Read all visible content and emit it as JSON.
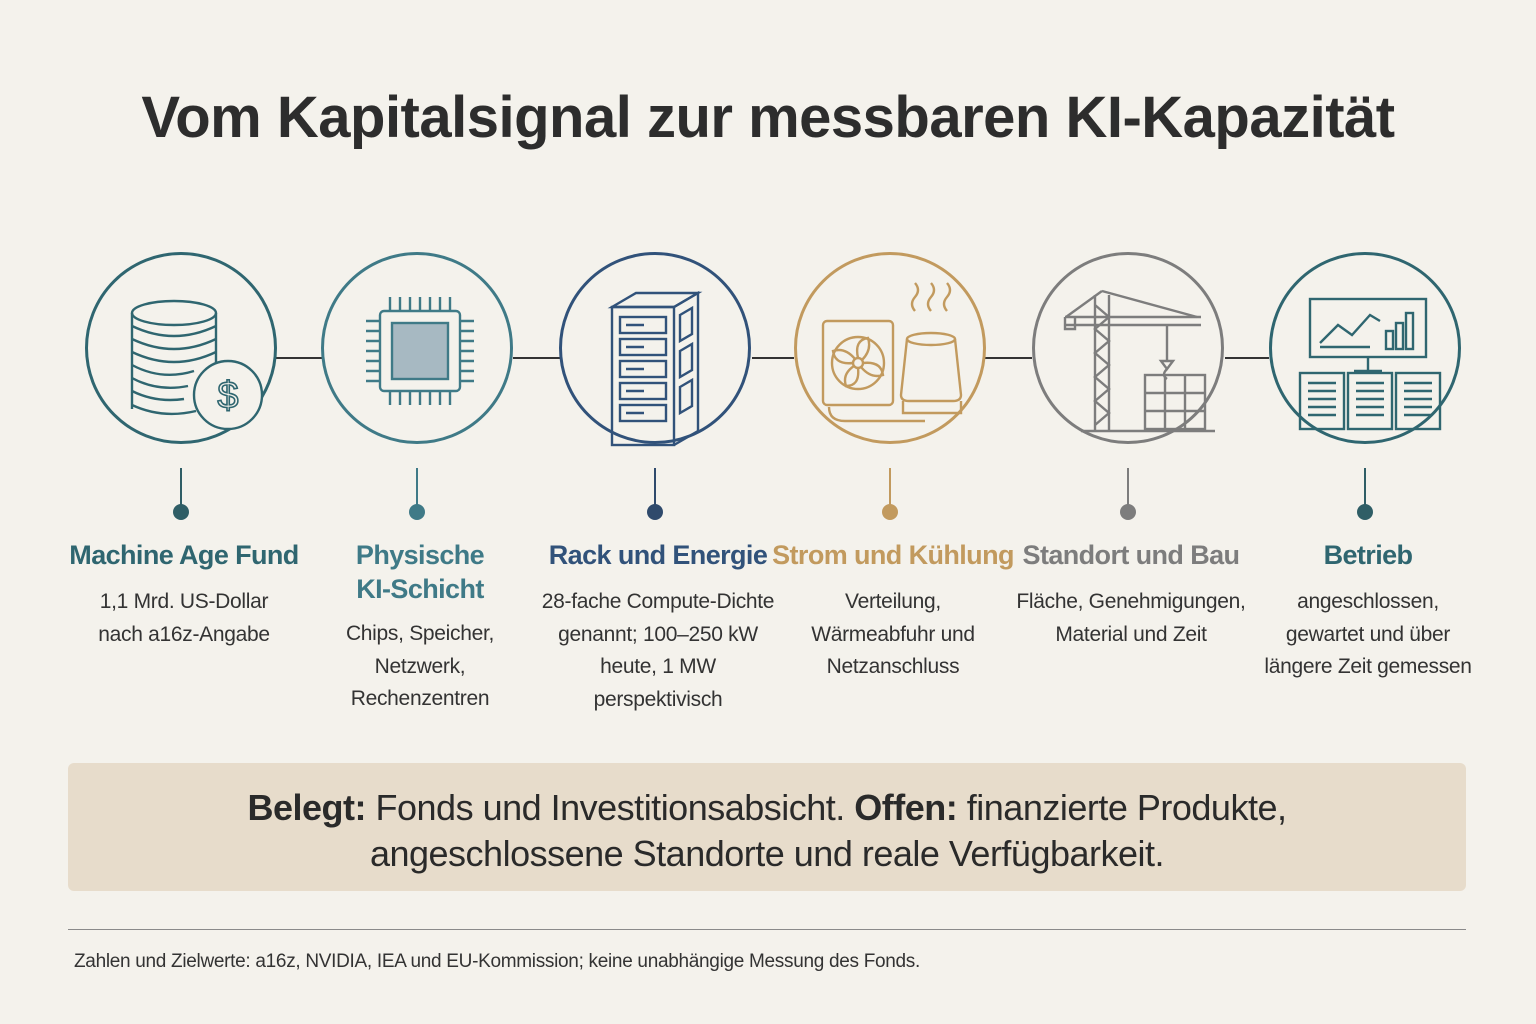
{
  "title": "Vom Kapitalsignal zur messbaren KI-Kapazität",
  "colors": {
    "teal_dark": "#2f6670",
    "teal_mid": "#3f7a87",
    "blue": "#31527a",
    "gold": "#c29a5e",
    "gray": "#7d7d7d",
    "banner_bg": "#e7dccb",
    "background": "#f4f2ec"
  },
  "stages": [
    {
      "icon": "coins-dollar-icon",
      "title": "Machine Age Fund",
      "desc": [
        "1,1 Mrd. US-Dollar",
        "nach a16z-Angabe"
      ],
      "color": "#2f6670"
    },
    {
      "icon": "chip-icon",
      "title": "Physische KI-Schicht",
      "title_lines": [
        "Physische",
        "KI-Schicht"
      ],
      "desc": [
        "Chips, Speicher,",
        "Netzwerk,",
        "Rechenzentren"
      ],
      "color": "#3f7a87"
    },
    {
      "icon": "server-rack-icon",
      "title": "Rack und Energie",
      "desc": [
        "28-fache Compute-Dichte",
        "genannt; 100–250 kW",
        "heute, 1 MW",
        "perspektivisch"
      ],
      "color": "#31527a"
    },
    {
      "icon": "fan-cooling-icon",
      "title": "Strom und Kühlung",
      "desc": [
        "Verteilung,",
        "Wärmeabfuhr und",
        "Netzanschluss"
      ],
      "color": "#c29a5e"
    },
    {
      "icon": "crane-construction-icon",
      "title": "Standort und Bau",
      "desc": [
        "Fläche, Genehmigungen,",
        "Material und Zeit"
      ],
      "color": "#7d7d7d"
    },
    {
      "icon": "monitor-dashboard-icon",
      "title": "Betrieb",
      "desc": [
        "angeschlossen,",
        "gewartet und über",
        "längere Zeit gemessen"
      ],
      "color": "#2f6670"
    }
  ],
  "banner": {
    "label_1": "Belegt:",
    "text_1": " Fonds und Investitionsabsicht. ",
    "label_2": "Offen:",
    "text_2": " finanzierte Produkte,",
    "line_2": "angeschlossene Standorte und reale Verfügbarkeit."
  },
  "footnote": "Zahlen und Zielwerte: a16z, NVIDIA, IEA und EU-Kommission; keine unabhängige Messung des Fonds."
}
